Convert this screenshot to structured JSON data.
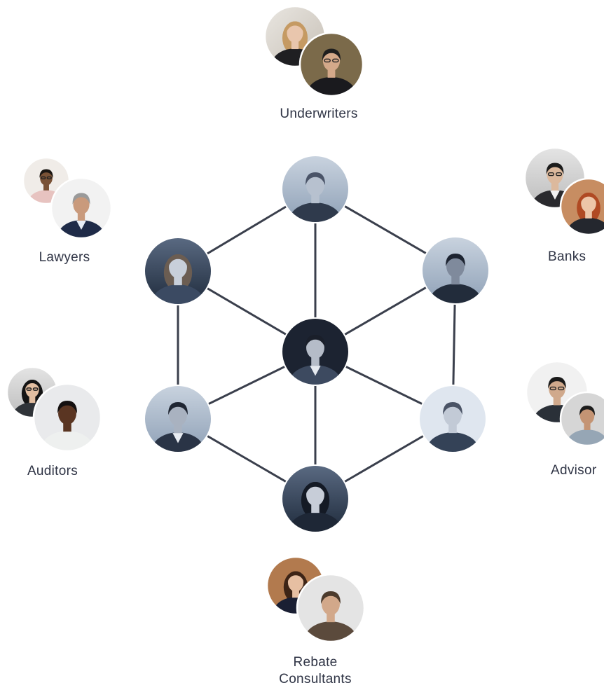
{
  "groups": {
    "underwriters": {
      "label": "Underwriters"
    },
    "lawyers": {
      "label": "Lawyers"
    },
    "banks": {
      "label": "Banks"
    },
    "auditors": {
      "label": "Auditors"
    },
    "advisors": {
      "label": "Advisor"
    },
    "rebate_consultants": {
      "label_line1": "Rebate",
      "label_line2": "Consultants"
    }
  },
  "network": {
    "nodes": [
      "person-top",
      "person-upper-left",
      "person-upper-right",
      "person-center",
      "person-lower-left",
      "person-lower-right",
      "person-bottom"
    ],
    "edges": [
      [
        "person-top",
        "person-upper-left"
      ],
      [
        "person-top",
        "person-upper-right"
      ],
      [
        "person-top",
        "person-center"
      ],
      [
        "person-upper-left",
        "person-center"
      ],
      [
        "person-upper-right",
        "person-center"
      ],
      [
        "person-upper-left",
        "person-lower-left"
      ],
      [
        "person-upper-right",
        "person-lower-right"
      ],
      [
        "person-lower-left",
        "person-center"
      ],
      [
        "person-lower-right",
        "person-center"
      ],
      [
        "person-lower-left",
        "person-bottom"
      ],
      [
        "person-lower-right",
        "person-bottom"
      ],
      [
        "person-center",
        "person-bottom"
      ]
    ]
  },
  "colors": {
    "edge": "#3a3f4c",
    "label": "#2f3445",
    "node_tint": "#8fa1b9",
    "node_dark": "#2e3d55",
    "node_skin": "#d9b9a3"
  }
}
